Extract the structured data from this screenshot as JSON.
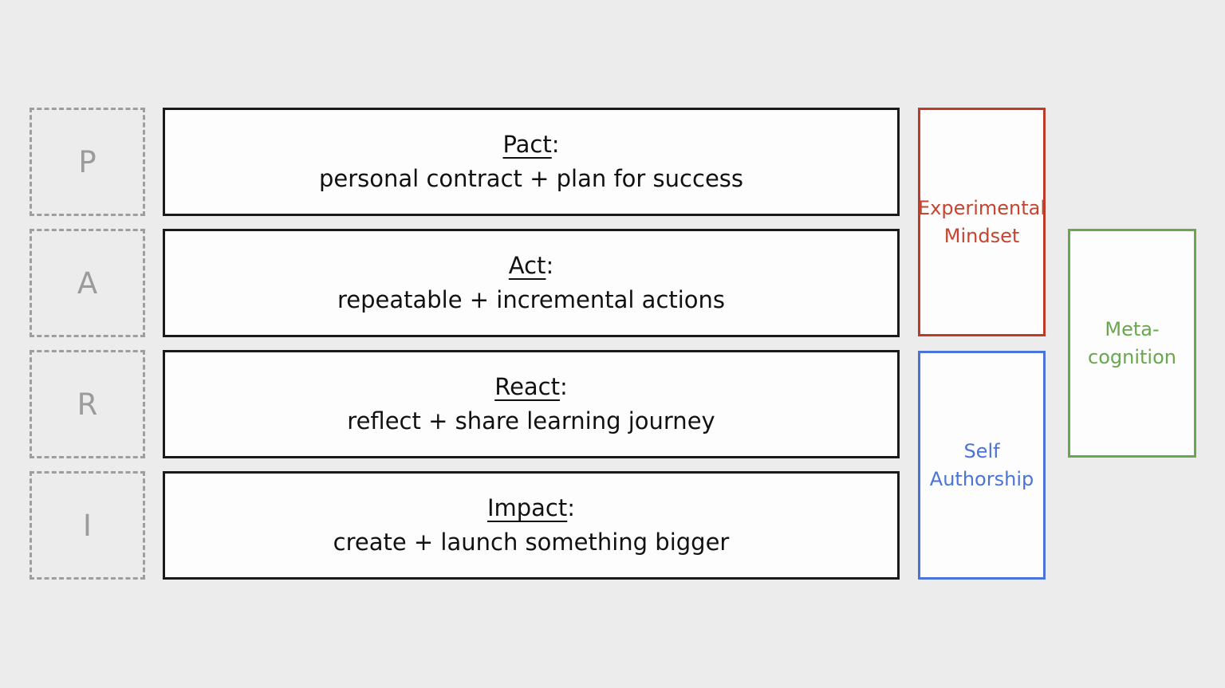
{
  "slide": {
    "title": "PARI framework diagram",
    "background_color": "#ECECEC",
    "box_fill_color": "#FDFDFD",
    "main_border_color": "#1A1A1A",
    "dashed_border_color": "#9E9E9E",
    "letter_color": "#9B9B9B"
  },
  "rows": [
    {
      "letter": "P",
      "title": "Pact",
      "colon": ":",
      "desc": "personal contract + plan for success"
    },
    {
      "letter": "A",
      "title": "Act",
      "colon": ":",
      "desc": "repeatable + incremental actions"
    },
    {
      "letter": "R",
      "title": "React",
      "colon": ":",
      "desc": "reflect + share learning journey"
    },
    {
      "letter": "I",
      "title": "Impact",
      "colon": ":",
      "desc": "create + launch something bigger"
    }
  ],
  "side_boxes": [
    {
      "label": "Experimental Mindset",
      "color": "#BE3B2A",
      "spans_rows": "Pact + Act"
    },
    {
      "label": "Self Authorship",
      "color": "#4A74D8",
      "spans_rows": "React + Impact"
    },
    {
      "label": "Meta-cognition",
      "color": "#69A74E",
      "spans_rows": "Act + React"
    }
  ]
}
